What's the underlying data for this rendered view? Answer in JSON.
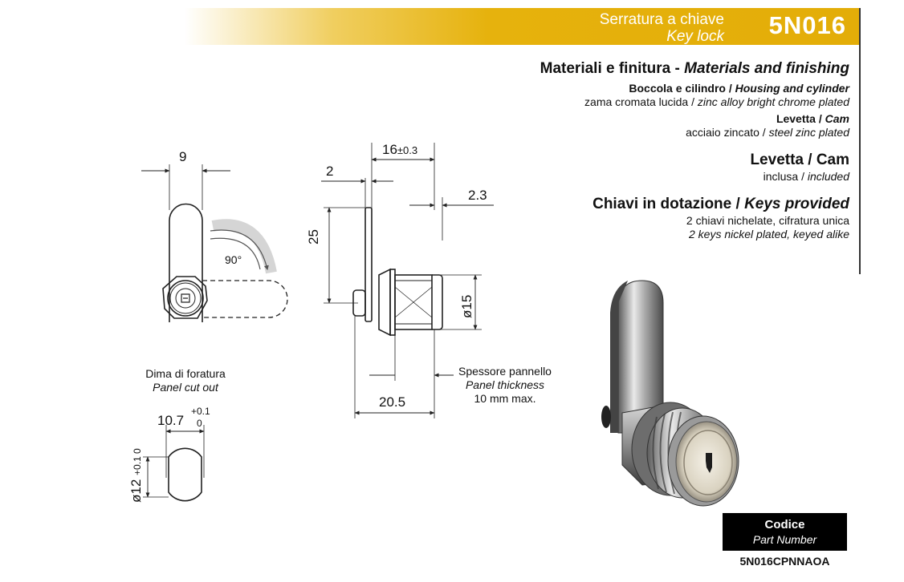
{
  "header": {
    "title_it": "Serratura a chiave",
    "title_en": "Key lock",
    "code": "5N016"
  },
  "specs": {
    "materials_heading_it": "Materiali e finitura - ",
    "materials_heading_en": "Materials and finishing",
    "housing_label_it": "Boccola e cilindro / ",
    "housing_label_en": "Housing and cylinder",
    "housing_value_it": "zama cromata lucida / ",
    "housing_value_en": "zinc alloy bright chrome plated",
    "cam_label_it": "Levetta / ",
    "cam_label_en": "Cam",
    "cam_value_it": "acciaio zincato / ",
    "cam_value_en": "steel zinc plated",
    "cam_heading": "Levetta / Cam",
    "cam_included_it": "inclusa / ",
    "cam_included_en": "included",
    "keys_heading_it": "Chiavi in dotazione / ",
    "keys_heading_en": "Keys provided",
    "keys_line1": "2 chiavi nichelate, cifratura unica",
    "keys_line2": "2 keys nickel plated, keyed alike"
  },
  "drawing": {
    "front_width": "9",
    "rotation": "90°",
    "cutout_label_it": "Dima di foratura",
    "cutout_label_en": "Panel cut out",
    "cutout_width": "10.7",
    "cutout_width_tol_plus": "+0.1",
    "cutout_width_tol_minus": "0",
    "cutout_height": "ø12",
    "cutout_height_tol": "+0.1 0",
    "side_length": "16",
    "side_length_tol": "±0.3",
    "cam_thickness": "2",
    "flange": "2.3",
    "cam_height": "25",
    "diameter": "ø15",
    "total_length": "20.5",
    "panel_label_it": "Spessore pannello",
    "panel_label_en": "Panel thickness",
    "panel_max": "10 mm max."
  },
  "codice": {
    "label": "Codice",
    "label_en": "Part Number",
    "part_number": "5N016CPNNAOA"
  }
}
